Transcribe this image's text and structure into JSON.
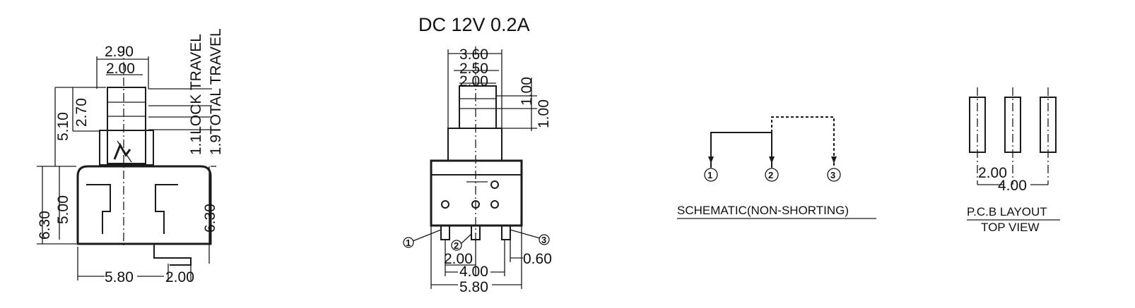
{
  "front_view": {
    "dim_top_outer": "2.90",
    "dim_top_inner": "2.00",
    "dim_lock_travel": "1.1LOCK TRAVEL",
    "dim_total_travel": "1.9TOTAL TRAVEL",
    "dim_height_plunger": "5.10",
    "dim_height_step": "2.70",
    "dim_height_body_outer": "6.30",
    "dim_height_body_inner": "5.00",
    "dim_height_right": "6.30",
    "dim_width_body": "5.80",
    "dim_lead": "2.00"
  },
  "side_view": {
    "rating": "DC  12V  0.2A",
    "dim_top_1": "3.60",
    "dim_top_2": "2.50",
    "dim_top_3": "2.00",
    "dim_right_1": "1.00",
    "dim_right_2": "1.00",
    "pin_1": "1",
    "pin_2": "2",
    "pin_3": "3",
    "dim_pitch": "2.00",
    "dim_pin_width": "0.60",
    "dim_span": "4.00",
    "dim_width": "5.80"
  },
  "schematic": {
    "pin_1": "1",
    "pin_2": "2",
    "pin_3": "3",
    "caption": "SCHEMATIC(NON-SHORTING)"
  },
  "pcb_layout": {
    "dim_pitch": "2.00",
    "dim_span": "4.00",
    "caption_1": "P.C.B LAYOUT",
    "caption_2": "TOP VIEW"
  }
}
